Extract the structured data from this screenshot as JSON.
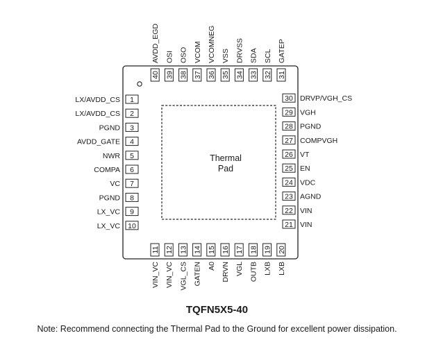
{
  "package": {
    "name": "TQFN5X5-40",
    "thermal_pad_lines": [
      "Thermal",
      "Pad"
    ],
    "note": "Note: Recommend connecting the Thermal Pad to the Ground for excellent power dissipation."
  },
  "pins": {
    "left": [
      {
        "num": "1",
        "name": "LX/AVDD_CS"
      },
      {
        "num": "2",
        "name": "LX/AVDD_CS"
      },
      {
        "num": "3",
        "name": "PGND"
      },
      {
        "num": "4",
        "name": "AVDD_GATE"
      },
      {
        "num": "5",
        "name": "NWR"
      },
      {
        "num": "6",
        "name": "COMPA"
      },
      {
        "num": "7",
        "name": "VC"
      },
      {
        "num": "8",
        "name": "PGND"
      },
      {
        "num": "9",
        "name": "LX_VC"
      },
      {
        "num": "10",
        "name": "LX_VC"
      }
    ],
    "bottom": [
      {
        "num": "11",
        "name": "VIN_VC"
      },
      {
        "num": "12",
        "name": "VIN_VC"
      },
      {
        "num": "13",
        "name": "VGL_CS"
      },
      {
        "num": "14",
        "name": "GATEN"
      },
      {
        "num": "15",
        "name": "A0"
      },
      {
        "num": "16",
        "name": "DRVN"
      },
      {
        "num": "17",
        "name": "VGL"
      },
      {
        "num": "18",
        "name": "OUTB"
      },
      {
        "num": "19",
        "name": "LXB"
      },
      {
        "num": "20",
        "name": "LXB"
      }
    ],
    "right": [
      {
        "num": "21",
        "name": "VIN"
      },
      {
        "num": "22",
        "name": "VIN"
      },
      {
        "num": "23",
        "name": "AGND"
      },
      {
        "num": "24",
        "name": "VDC"
      },
      {
        "num": "25",
        "name": "EN"
      },
      {
        "num": "26",
        "name": "VT"
      },
      {
        "num": "27",
        "name": "COMPVGH"
      },
      {
        "num": "28",
        "name": "PGND"
      },
      {
        "num": "29",
        "name": "VGH"
      },
      {
        "num": "30",
        "name": "DRVP/VGH_CS"
      }
    ],
    "top": [
      {
        "num": "31",
        "name": "GATEP"
      },
      {
        "num": "32",
        "name": "SCL"
      },
      {
        "num": "33",
        "name": "SDA"
      },
      {
        "num": "34",
        "name": "DRVSS"
      },
      {
        "num": "35",
        "name": "VSS"
      },
      {
        "num": "36",
        "name": "VCOMNEG"
      },
      {
        "num": "37",
        "name": "VCOM"
      },
      {
        "num": "38",
        "name": "OSO"
      },
      {
        "num": "39",
        "name": "OSI"
      },
      {
        "num": "40",
        "name": "AVDD_EGD"
      }
    ]
  }
}
